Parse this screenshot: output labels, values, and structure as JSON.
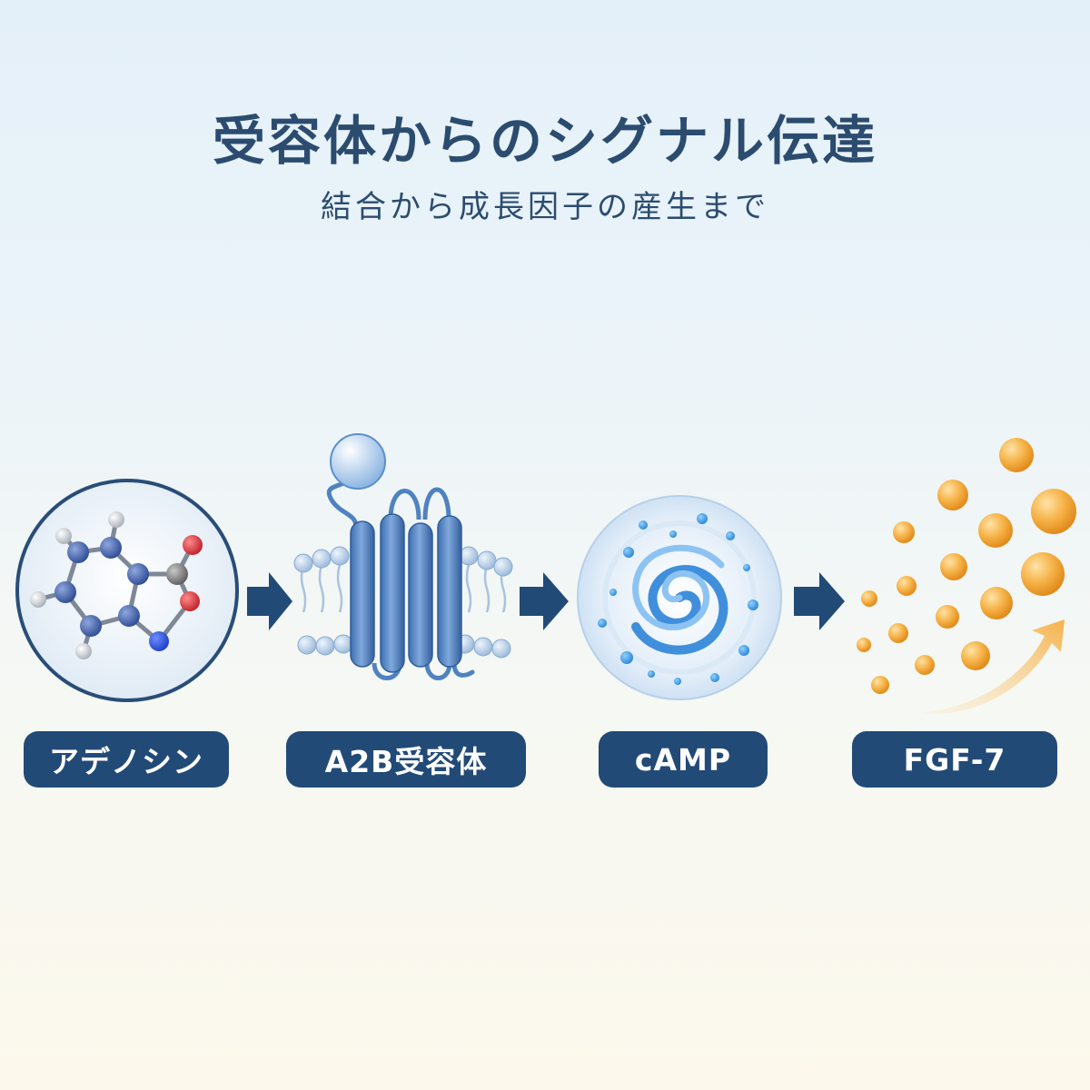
{
  "header": {
    "title": "受容体からのシグナル伝達",
    "subtitle": "結合から成長因子の産生まで"
  },
  "steps": [
    {
      "label": "アデノシン",
      "icon": "adenosine-molecule-icon"
    },
    {
      "label": "A2B受容体",
      "icon": "gpcr-receptor-icon"
    },
    {
      "label": "cAMP",
      "icon": "camp-swirl-icon"
    },
    {
      "label": "FGF-7",
      "icon": "growth-factor-particles-icon"
    }
  ],
  "colors": {
    "navy": "#224a77",
    "title": "#2b4c6f",
    "receptor_blue": "#5b8fcb",
    "particle_orange": "#f4a52c"
  }
}
